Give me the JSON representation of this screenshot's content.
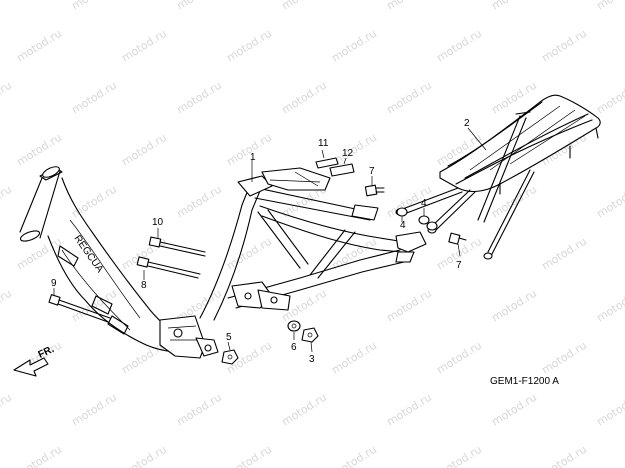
{
  "watermark": {
    "text": "motod.ru",
    "color": "#d8d8d8"
  },
  "diagram_code": "GEM1-F1200 A",
  "direction_label": "FR.",
  "callouts": {
    "c1": "1",
    "c2": "2",
    "c3": "3",
    "c4a": "4",
    "c4b": "4",
    "c5": "5",
    "c6": "6",
    "c7a": "7",
    "c7b": "7",
    "c8": "8",
    "c9": "9",
    "c10": "10",
    "c11": "11",
    "c12": "12"
  },
  "colors": {
    "line": "#000000",
    "background": "#ffffff"
  }
}
